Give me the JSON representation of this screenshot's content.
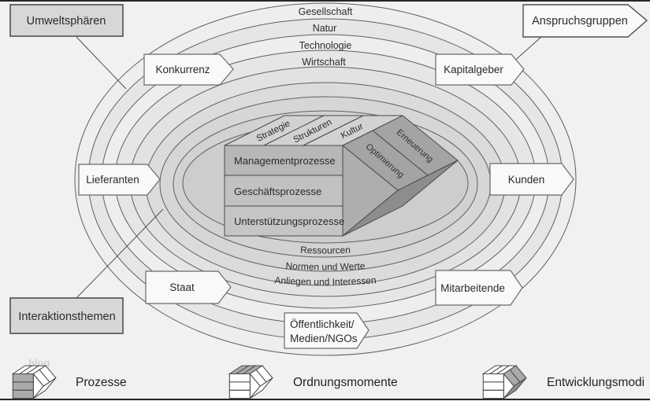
{
  "boxes": {
    "umweltsphaeren": "Umweltsphären",
    "anspruchsgruppen": "Anspruchsgruppen",
    "interaktionsthemen": "Interaktionsthemen"
  },
  "environment_spheres": [
    "Gesellschaft",
    "Natur",
    "Technologie",
    "Wirtschaft"
  ],
  "stakeholders": {
    "konkurrenz": "Konkurrenz",
    "kapitalgeber": "Kapitalgeber",
    "lieferanten": "Lieferanten",
    "kunden": "Kunden",
    "staat": "Staat",
    "mitarbeitende": "Mitarbeitende",
    "oeffentlichkeit": {
      "line1": "Öffentlichkeit/",
      "line2": "Medien/NGOs"
    }
  },
  "interaction_themes": [
    "Ressourcen",
    "Normen und Werte",
    "Anliegen und Interessen"
  ],
  "processes": [
    "Managementprozesse",
    "Geschäftsprozesse",
    "Unterstützungsprozesse"
  ],
  "ordnungsmomente": [
    "Strategie",
    "Strukturen",
    "Kultur"
  ],
  "entwicklungsmodi": [
    "Optimierung",
    "Erneuerung"
  ],
  "legend": {
    "prozesse": "Prozesse",
    "ordnungsmomente": "Ordnungsmomente",
    "entwicklungsmodi": "Entwicklungsmodi"
  },
  "watermark": "blog",
  "colors": {
    "background": "#f1f1f1",
    "ring_light": "#eeeeee",
    "ring_alt": "#e6e6e6",
    "middle_zone": "#e2e2e2",
    "inner_band": "#dbdbdb",
    "org_ellipse": "#cdcdcd",
    "block_row": "#c1c1c1",
    "block_dark_face": "#8d8d8d",
    "stroke": "#5f5f5f"
  }
}
